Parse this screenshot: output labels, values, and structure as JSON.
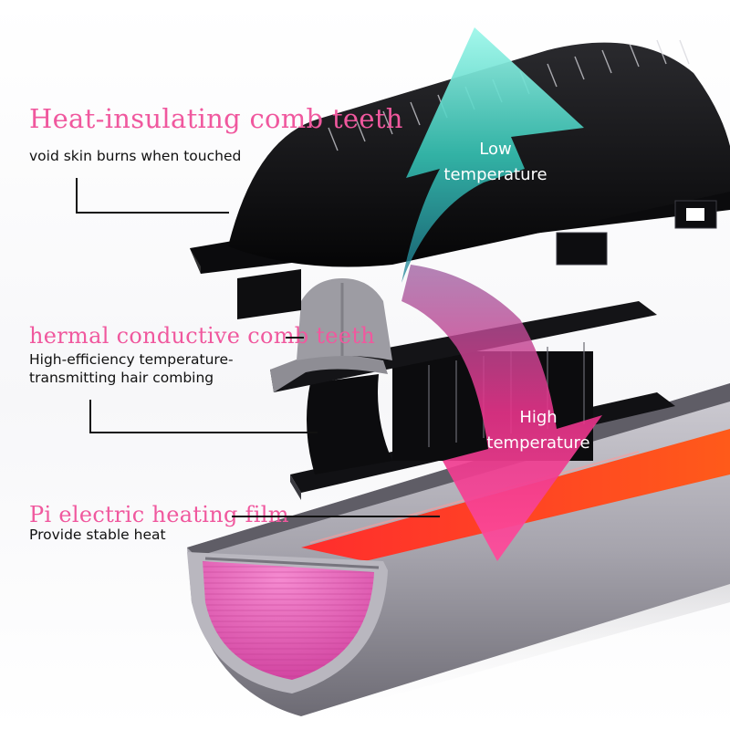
{
  "callouts": [
    {
      "title": "Heat-insulating comb teeth",
      "subtitle_lines": [
        "void skin burns when touched"
      ]
    },
    {
      "title": "hermal conductive comb teeth",
      "subtitle_lines": [
        "High-efficiency temperature-",
        "transmitting hair combing"
      ]
    },
    {
      "title": "Pi electric heating film",
      "subtitle_lines": [
        "Provide stable heat"
      ]
    }
  ],
  "arrows": {
    "low": {
      "line1": "Low",
      "line2": "temperature",
      "color_top": "#8ff3e6",
      "color_bottom": "#1d9a9a"
    },
    "high": {
      "line1": "High",
      "line2": "temperature",
      "color_top": "#b25aa0",
      "color_bottom": "#ff3f8e"
    }
  },
  "colors": {
    "title_pink": "#f0589e",
    "heating_film_orange": "#ff4a1c",
    "cross_section_pink": "#e05bb5",
    "housing_silver": "#a9a7b0"
  }
}
